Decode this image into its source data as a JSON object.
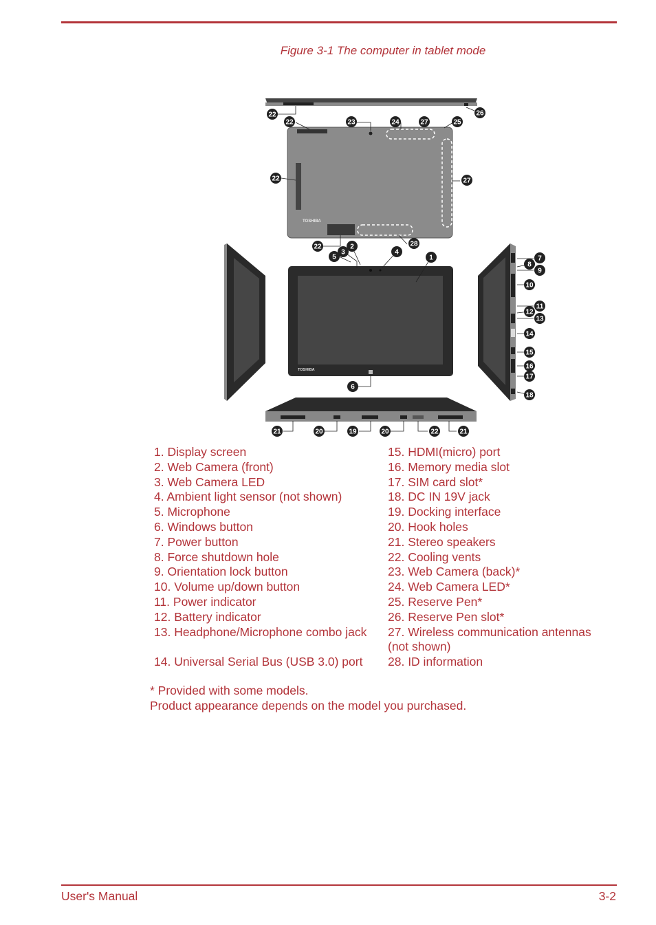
{
  "figure": {
    "caption": "Figure 3-1 The computer in tablet mode",
    "brand_label": "TOSHIBA",
    "callouts": [
      "22",
      "26",
      "22",
      "23",
      "24",
      "27",
      "25",
      "22",
      "27",
      "22",
      "2",
      "3",
      "5",
      "4",
      "1",
      "28",
      "6",
      "7",
      "8",
      "9",
      "10",
      "11",
      "12",
      "13",
      "14",
      "15",
      "16",
      "17",
      "18",
      "21",
      "20",
      "19",
      "20",
      "22",
      "21"
    ]
  },
  "legend": {
    "left": [
      "1. Display screen",
      "2. Web Camera (front)",
      "3. Web Camera LED",
      "4. Ambient light sensor (not shown)",
      "5. Microphone",
      "6. Windows button",
      "7. Power button",
      "8. Force shutdown hole",
      "9. Orientation lock button",
      "10. Volume up/down button",
      "11. Power indicator",
      "12. Battery indicator",
      "13. Headphone/Microphone combo jack",
      "14. Universal Serial Bus (USB 3.0) port"
    ],
    "right": [
      "15. HDMI(micro) port",
      "16. Memory media slot",
      "17. SIM card slot*",
      "18. DC IN 19V jack",
      "19. Docking interface",
      "20. Hook holes",
      "21. Stereo speakers",
      "22. Cooling vents",
      "23. Web Camera (back)*",
      "24. Web Camera LED*",
      "25. Reserve Pen*",
      "26. Reserve Pen slot*",
      "27. Wireless communication antennas (not shown)",
      "28. ID information"
    ]
  },
  "notes": {
    "line1": "* Provided with some models.",
    "line2": "Product appearance depends on the model you purchased."
  },
  "footer": {
    "left": "User's Manual",
    "right": "3-2"
  }
}
